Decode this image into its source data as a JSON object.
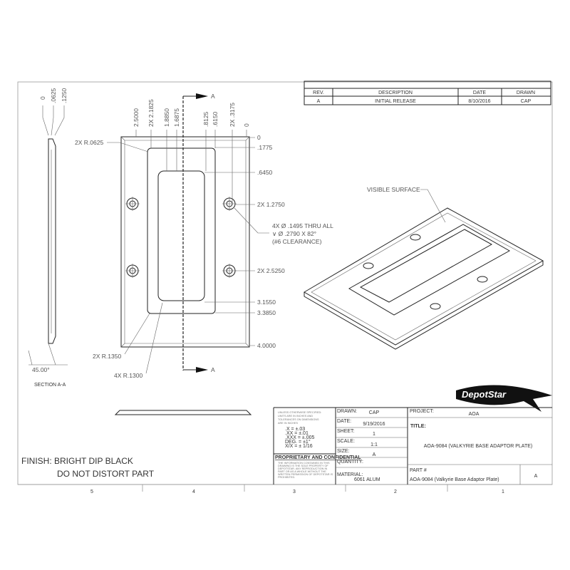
{
  "revision_table": {
    "headers": [
      "REV.",
      "DESCRIPTION",
      "DATE",
      "DRAWN"
    ],
    "rows": [
      [
        "A",
        "INITIAL RELEASE",
        "8/10/2016",
        "CAP"
      ]
    ]
  },
  "front_view": {
    "top_dims": [
      "2.5000",
      "2X 2.1825",
      "1.8850",
      "1.6875",
      ".8125",
      ".6150",
      "2X .3175",
      "0"
    ],
    "right_dims": [
      "0",
      ".1775",
      ".6450",
      "2X 1.2750",
      "2X 2.5250",
      "3.1550",
      "3.3850",
      "4.0000"
    ],
    "hole_callout": [
      "4X Ø .1495 THRU ALL",
      "∨ Ø .2790 X 82°",
      "(#6 CLEARANCE)"
    ],
    "radius_notes": [
      "2X R.0625",
      "2X R.1350",
      "4X R.1300"
    ],
    "section_marker": "A"
  },
  "section_view": {
    "dims": [
      "0",
      ".0625",
      ".1250"
    ],
    "angle": "45.00°",
    "label": "SECTION A-A"
  },
  "iso_view": {
    "label": "VISIBLE SURFACE"
  },
  "logo": {
    "text": "DepotStar"
  },
  "notes": {
    "finish": "FINISH: BRIGHT DIP BLACK",
    "distort": "DO NOT DISTORT PART"
  },
  "zones": [
    "5",
    "4",
    "3",
    "2",
    "1"
  ],
  "title_block": {
    "tolerance_header": [
      "UNLESS OTHERWISE SPECIFIED:",
      "UNITS ARE IN INCHES AND",
      "TOLERANCES ON DIMENSIONS",
      "ARE IN INCHES"
    ],
    "tolerances": [
      ".X = ±.03",
      ".XX = ±.01",
      ".XXX = ±.005",
      "DEG. = ±1°",
      "X/X = ± 1/16"
    ],
    "proprietary_title": "PROPRIETARY AND CONFIDENTIAL",
    "proprietary_text": [
      "THE INFORMATION CONTAINED IN THIS",
      "DRAWING IS THE SOLE PROPERTY OF",
      "DEPOTSTAR. ANY REPRODUCTION IN",
      "PART OR AS A WHOLE WITHOUT THE",
      "WRITTEN PERMISSION OF DEPOTSTAR IS",
      "PROHIBITED."
    ],
    "drawn_label": "DRAWN:",
    "drawn": "CAP",
    "date_label": "DATE:",
    "date": "9/19/2016",
    "sheet_label": "SHEET:",
    "sheet": "1",
    "scale_label": "SCALE:",
    "scale": "1:1",
    "size_label": "SIZE:",
    "size": "A",
    "quantity_label": "QUANTITY:",
    "material_label": "MATERIAL:",
    "material": "6061 ALUM",
    "project_label": "PROJECT:",
    "project": "AOA",
    "title_label": "TITLE:",
    "title": "AOA-9084 (VALKYRIE BASE ADAPTOR PLATE)",
    "part_label": "PART #",
    "part": "AOA-9084 (Valkyrie Base Adaptor Plate)",
    "rev": "A"
  }
}
